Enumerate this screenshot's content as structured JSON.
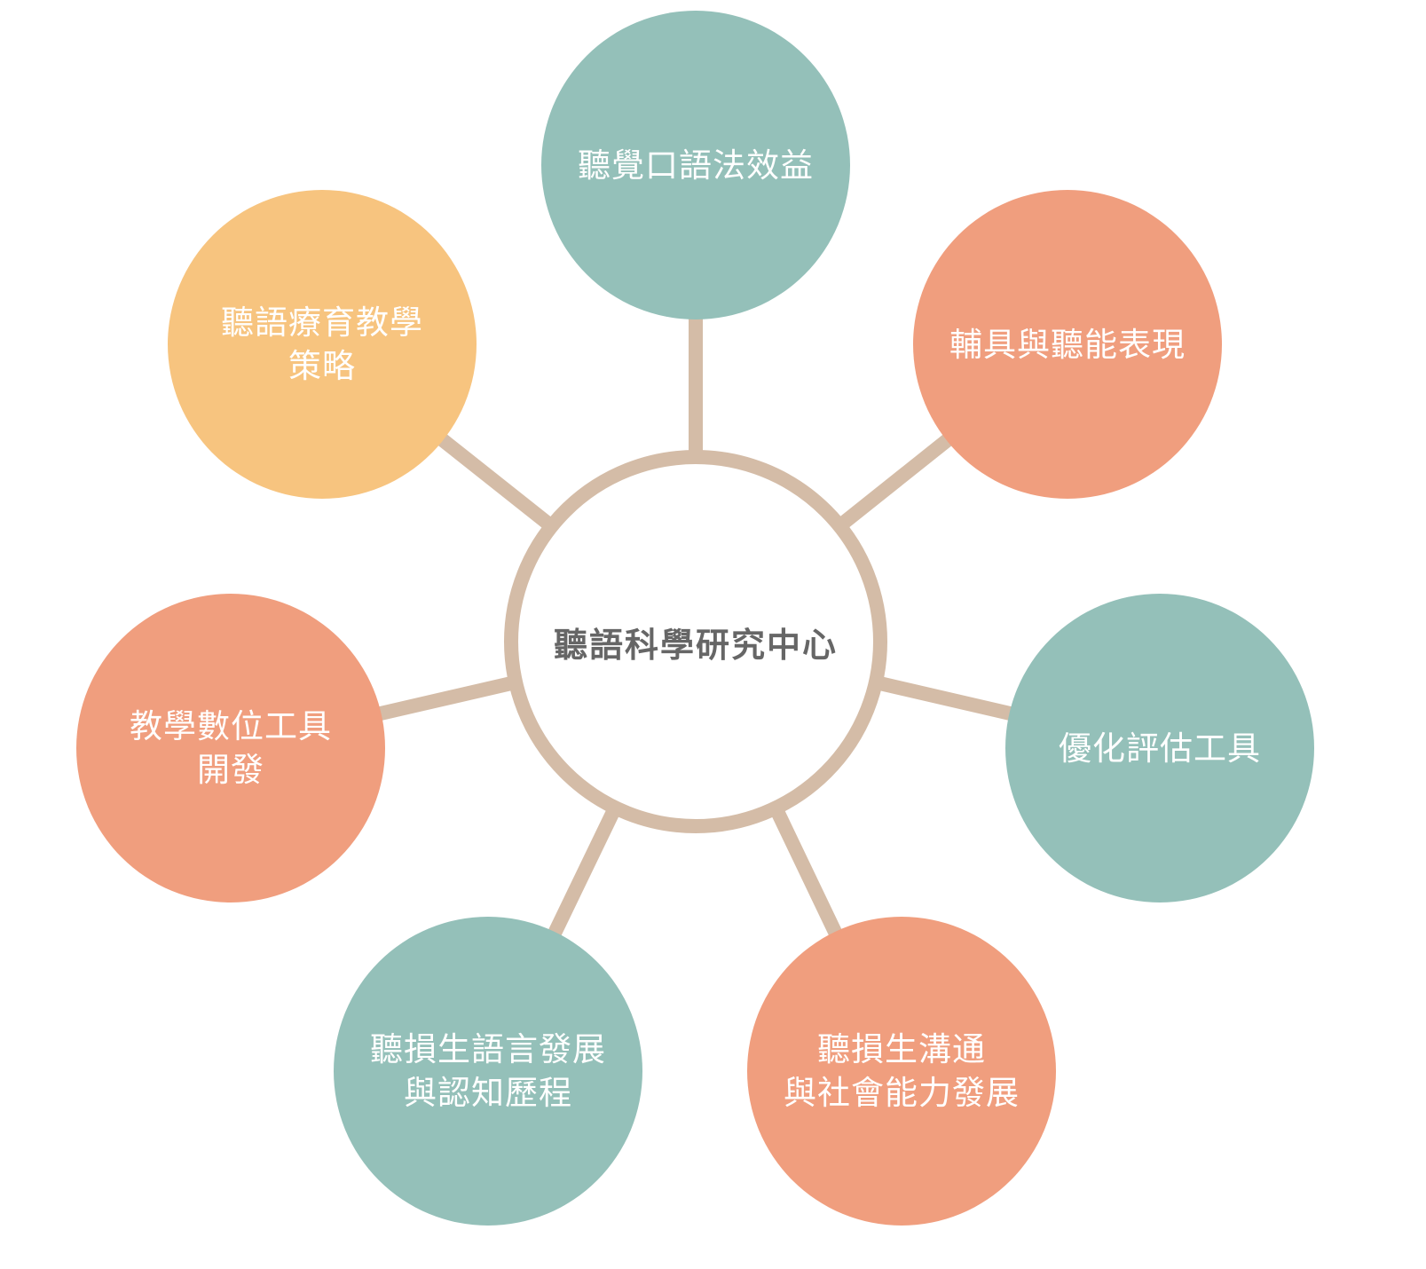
{
  "colors": {
    "teal": "#94c0b9",
    "salmon": "#f09e7e",
    "peach": "#f7c47f",
    "connector": "#d4bca7",
    "center_text": "#666666"
  },
  "center": {
    "label": "聽語科學研究中心"
  },
  "nodes": [
    {
      "id": "top",
      "label": "聽覺口語法效益",
      "color": "teal"
    },
    {
      "id": "top-right",
      "label": "輔具與聽能表現",
      "color": "salmon"
    },
    {
      "id": "right",
      "label": "優化評估工具",
      "color": "teal"
    },
    {
      "id": "bottom-right",
      "label": "聽損生溝通\n與社會能力發展",
      "color": "salmon"
    },
    {
      "id": "bottom-left",
      "label": "聽損生語言發展\n與認知歷程",
      "color": "teal"
    },
    {
      "id": "left",
      "label": "教學數位工具\n開發",
      "color": "salmon"
    },
    {
      "id": "top-left",
      "label": "聽語療育教學\n策略",
      "color": "peach"
    }
  ]
}
